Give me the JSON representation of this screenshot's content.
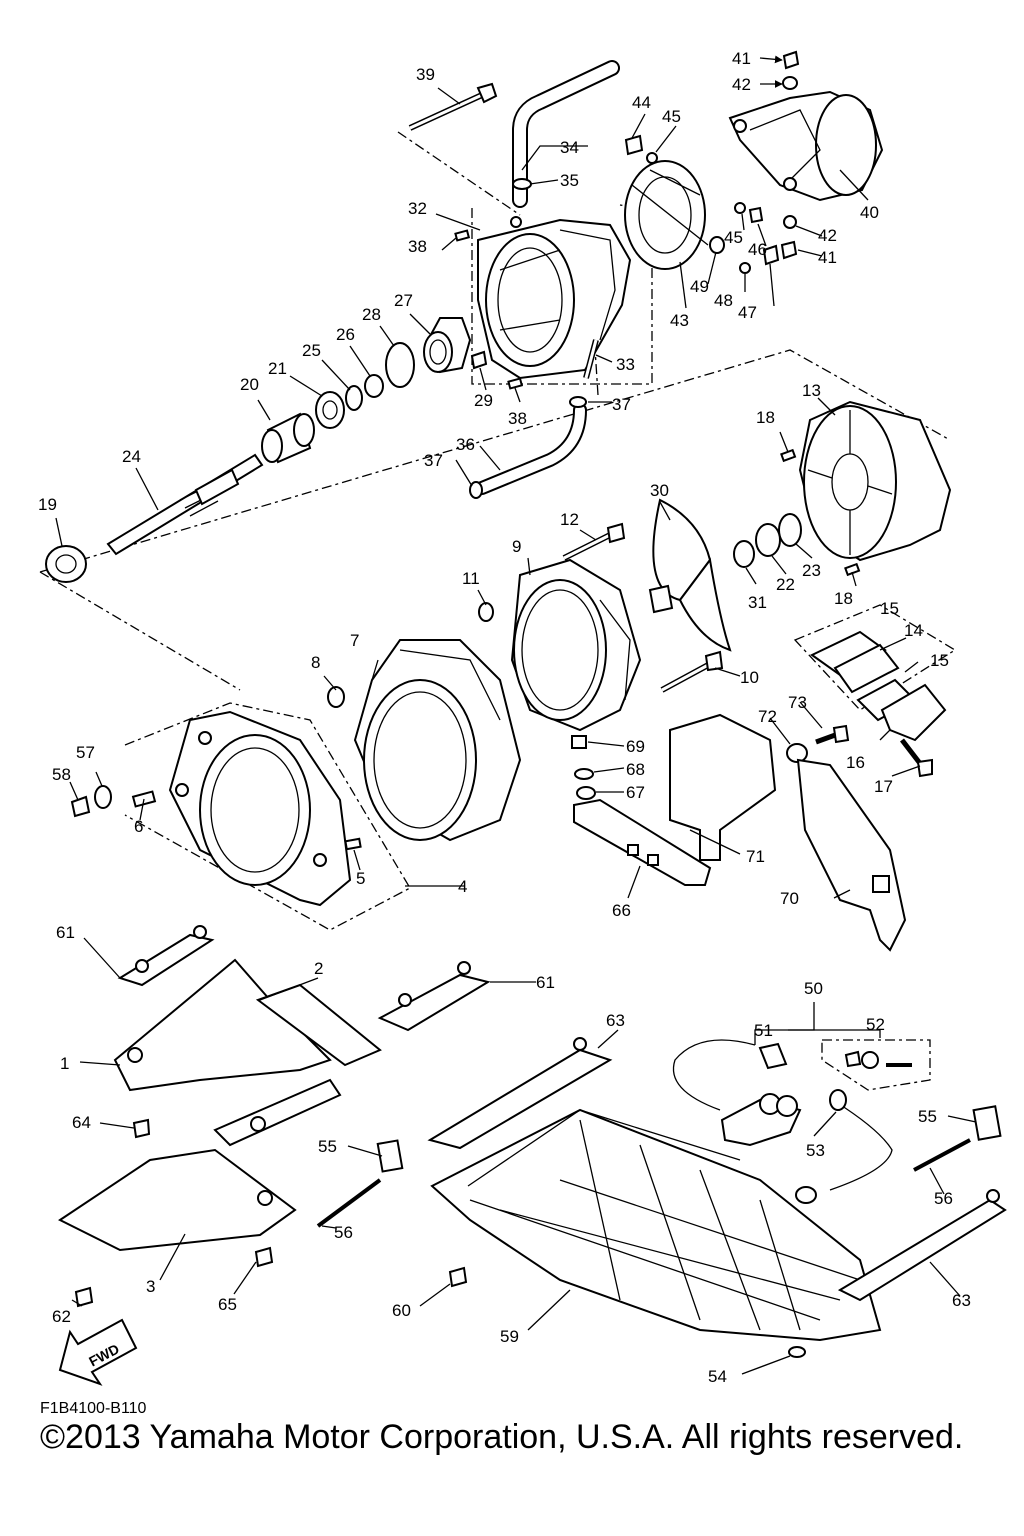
{
  "diagram": {
    "code": "F1B4100-B110",
    "copyright": "©2013 Yamaha Motor Corporation, U.S.A. All rights reserved.",
    "direction_label": "FWD",
    "callouts": [
      "1",
      "2",
      "3",
      "4",
      "5",
      "6",
      "7",
      "8",
      "9",
      "10",
      "11",
      "12",
      "13",
      "14",
      "15",
      "15",
      "16",
      "17",
      "18",
      "18",
      "19",
      "20",
      "21",
      "22",
      "23",
      "24",
      "25",
      "26",
      "27",
      "28",
      "29",
      "30",
      "31",
      "32",
      "33",
      "34",
      "35",
      "36",
      "37",
      "37",
      "38",
      "38",
      "39",
      "40",
      "41",
      "41",
      "42",
      "42",
      "43",
      "44",
      "45",
      "45",
      "46",
      "47",
      "48",
      "49",
      "50",
      "51",
      "52",
      "53",
      "54",
      "55",
      "55",
      "56",
      "56",
      "57",
      "58",
      "59",
      "60",
      "61",
      "61",
      "62",
      "63",
      "63",
      "64",
      "65",
      "66",
      "67",
      "68",
      "69",
      "70",
      "71",
      "72",
      "73"
    ]
  }
}
